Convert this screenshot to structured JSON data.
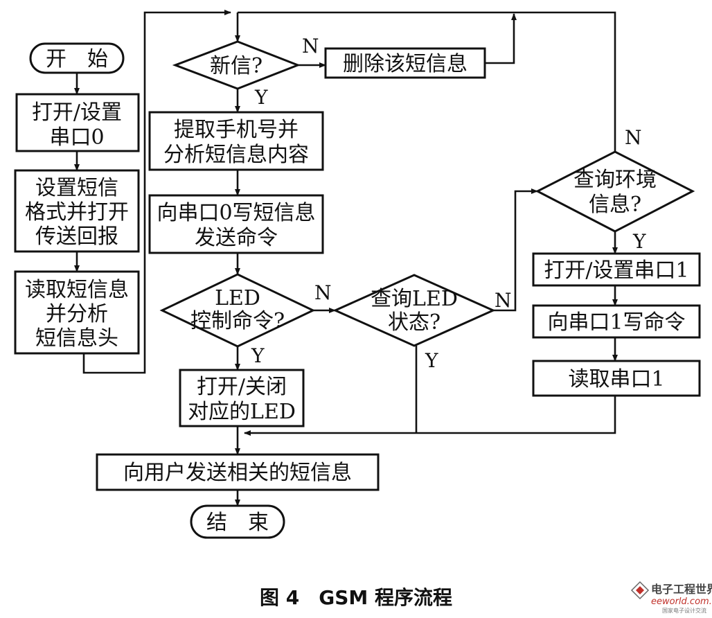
{
  "nodes": {
    "start": "开　始",
    "open_port0": [
      "打开/设置",
      "串口0"
    ],
    "set_format": [
      "设置短信",
      "格式并打开",
      "传送回报"
    ],
    "read_header": [
      "读取短信息",
      "并分析",
      "短信息头"
    ],
    "new_msg": "新信?",
    "delete_msg": "删除该短信息",
    "extract": [
      "提取手机号并",
      "分析短信息内容"
    ],
    "write_port0": [
      "向串口0写短信息",
      "发送命令"
    ],
    "led_cmd": [
      "LED",
      "控制命令?"
    ],
    "query_led": [
      "查询LED",
      "状态?"
    ],
    "query_env": [
      "查询环境",
      "信息?"
    ],
    "toggle_led": [
      "打开/关闭",
      "对应的LED"
    ],
    "open_port1": "打开/设置串口1",
    "write_port1": "向串口1写命令",
    "read_port1": "读取串口1",
    "send_reply": "向用户发送相关的短信息",
    "end": "结　束"
  },
  "edge_labels": {
    "new_msg_no": "N",
    "new_msg_yes": "Y",
    "led_cmd_no": "N",
    "led_cmd_yes": "Y",
    "query_led_no": "N",
    "query_led_yes": "Y",
    "query_env_no": "N",
    "query_env_yes": "Y"
  },
  "caption": "图 4　GSM 程序流程",
  "watermark": {
    "name": "电子工程世界",
    "url": "eeworld.com.cn",
    "slogan": "国家电子设计交流"
  },
  "colors": {
    "stroke": "#111111",
    "background": "#ffffff",
    "watermark_accent": "#c0302a"
  }
}
